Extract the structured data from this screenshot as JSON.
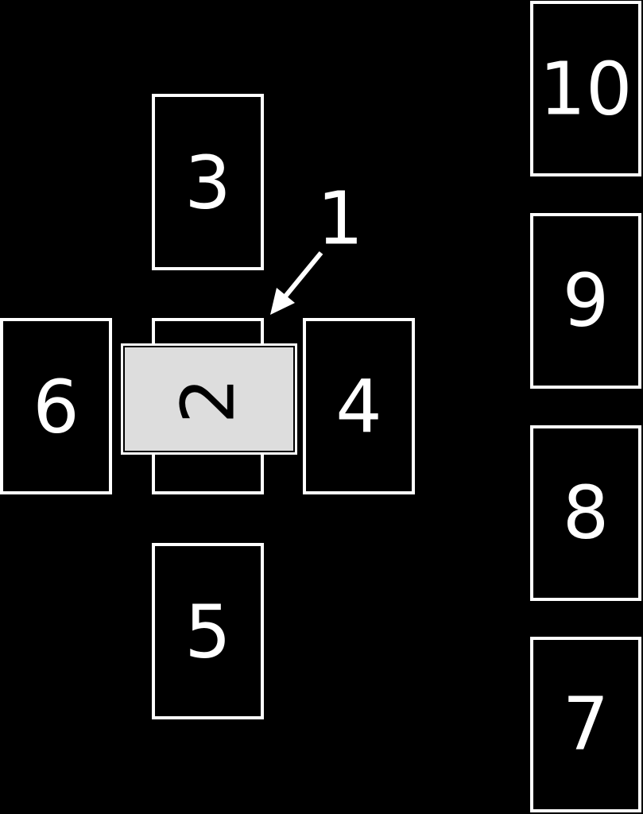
{
  "colors": {
    "background": "#000000",
    "card_stroke": "#ffffff",
    "card_text": "#ffffff",
    "crossing_fill": "#dddddd",
    "crossing_text": "#000000"
  },
  "cards": {
    "c3": {
      "label": "3"
    },
    "c2_base": {
      "label": ""
    },
    "c6": {
      "label": "6"
    },
    "c4": {
      "label": "4"
    },
    "c5": {
      "label": "5"
    },
    "c10": {
      "label": "10"
    },
    "c9": {
      "label": "9"
    },
    "c8": {
      "label": "8"
    },
    "c7": {
      "label": "7"
    }
  },
  "crossing_card": {
    "label": "2"
  },
  "callout": {
    "label": "1"
  }
}
